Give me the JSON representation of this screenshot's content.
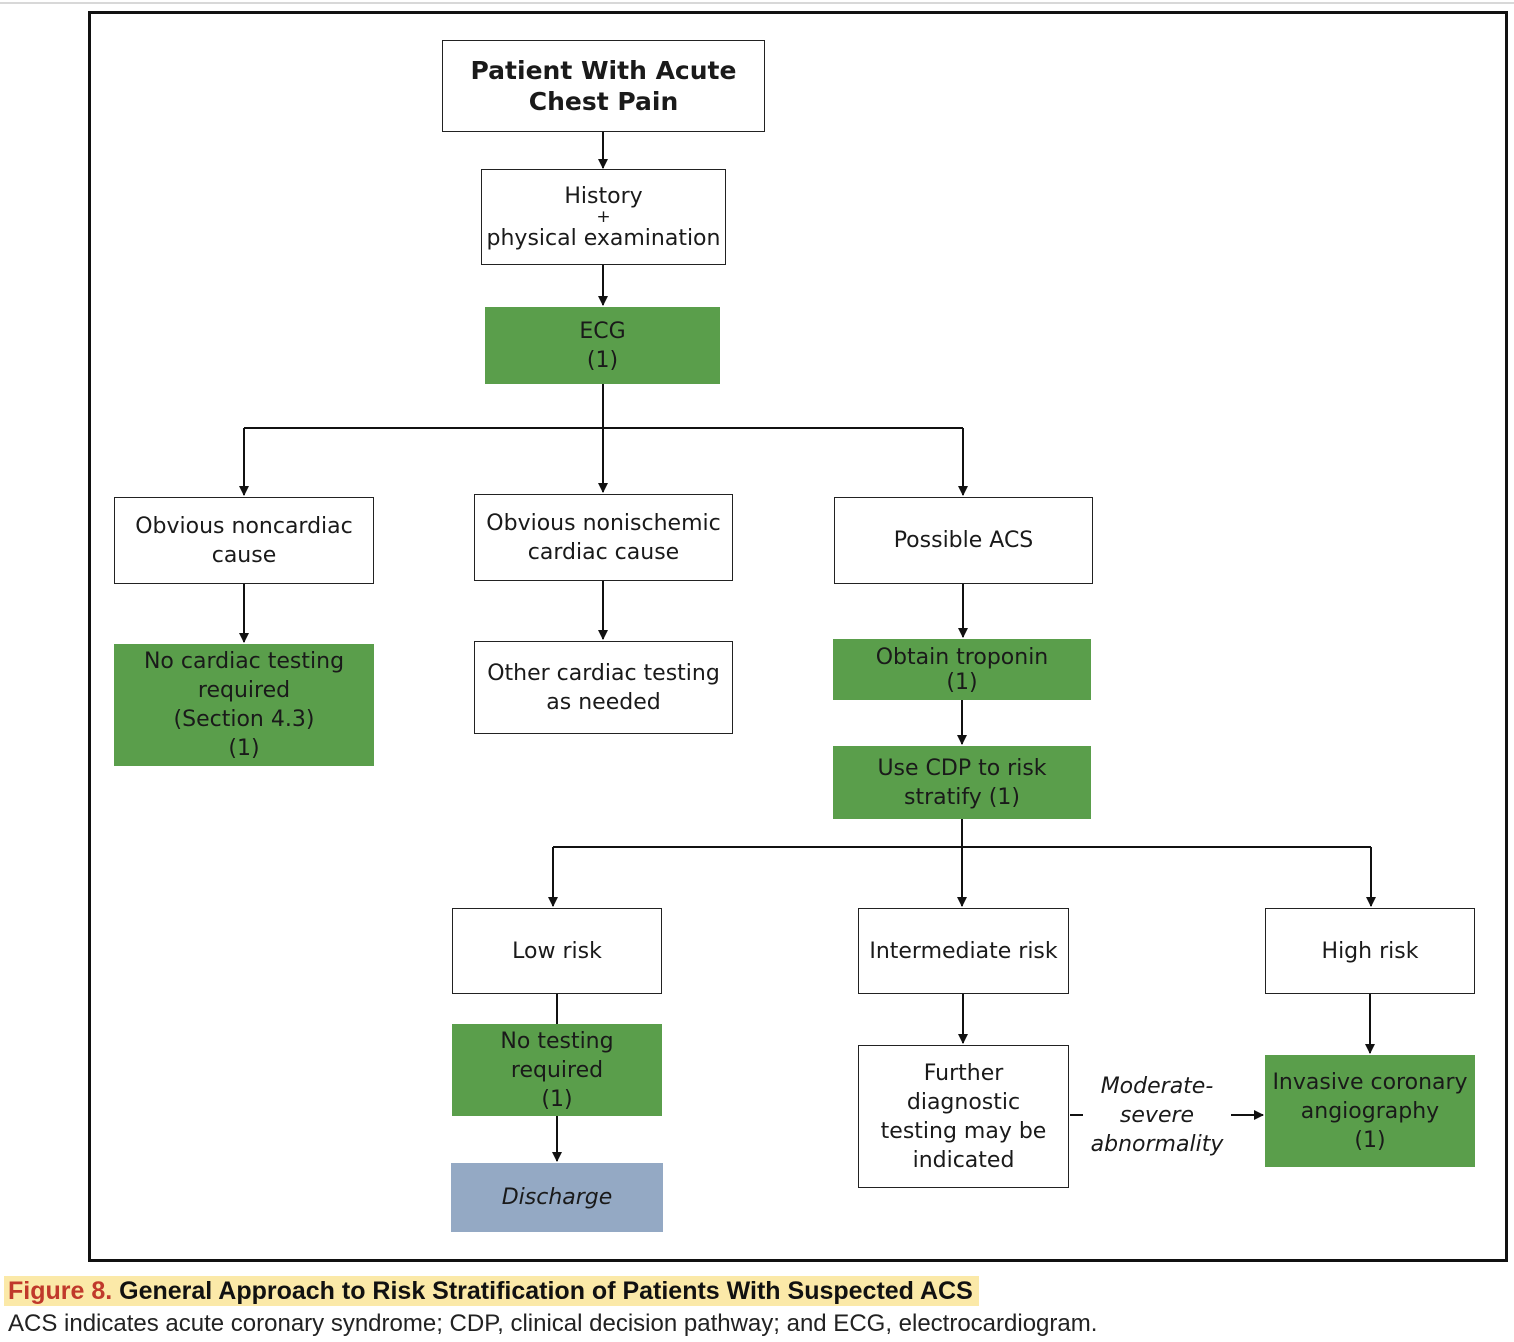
{
  "flowchart": {
    "start": {
      "lines": [
        "Patient With Acute",
        "Chest Pain"
      ]
    },
    "history": {
      "lines": [
        "History",
        "+",
        "physical examination"
      ]
    },
    "ecg": {
      "lines": [
        "ECG",
        "(1)"
      ]
    },
    "noncardiac": {
      "lines": [
        "Obvious noncardiac",
        "cause"
      ]
    },
    "nonischemic": {
      "lines": [
        "Obvious nonischemic",
        "cardiac cause"
      ]
    },
    "possible_acs": {
      "lines": [
        "Possible ACS"
      ]
    },
    "no_cardiac_testing": {
      "lines": [
        "No cardiac testing",
        "required",
        "(Section 4.3)",
        "(1)"
      ]
    },
    "other_testing": {
      "lines": [
        "Other cardiac testing",
        "as needed"
      ]
    },
    "troponin": {
      "lines": [
        "Obtain troponin",
        "(1)"
      ]
    },
    "cdp": {
      "lines": [
        "Use CDP to risk",
        "stratify (1)"
      ]
    },
    "low_risk": {
      "lines": [
        "Low risk"
      ]
    },
    "intermediate_risk": {
      "lines": [
        "Intermediate risk"
      ]
    },
    "high_risk": {
      "lines": [
        "High risk"
      ]
    },
    "no_testing": {
      "lines": [
        "No testing",
        "required",
        "(1)"
      ]
    },
    "further_testing": {
      "lines": [
        "Further",
        "diagnostic",
        "testing may be",
        "indicated"
      ]
    },
    "angiography": {
      "lines": [
        "Invasive coronary",
        "angiography",
        "(1)"
      ]
    },
    "discharge": {
      "lines": [
        "Discharge"
      ]
    },
    "edge_label": {
      "lines": [
        "Moderate-",
        "severe",
        "abnormality"
      ]
    }
  },
  "caption": {
    "figure_label": "Figure 8.",
    "title": "General Approach to Risk Stratification of Patients With Suspected ACS",
    "text": "ACS indicates acute coronary syndrome; CDP, clinical decision pathway; and ECG, electrocardiogram."
  },
  "colors": {
    "green": "#5a9e4b",
    "blue": "#94a9c4",
    "caption_highlight": "#fbe9a8",
    "figure_label": "#c0392b"
  }
}
